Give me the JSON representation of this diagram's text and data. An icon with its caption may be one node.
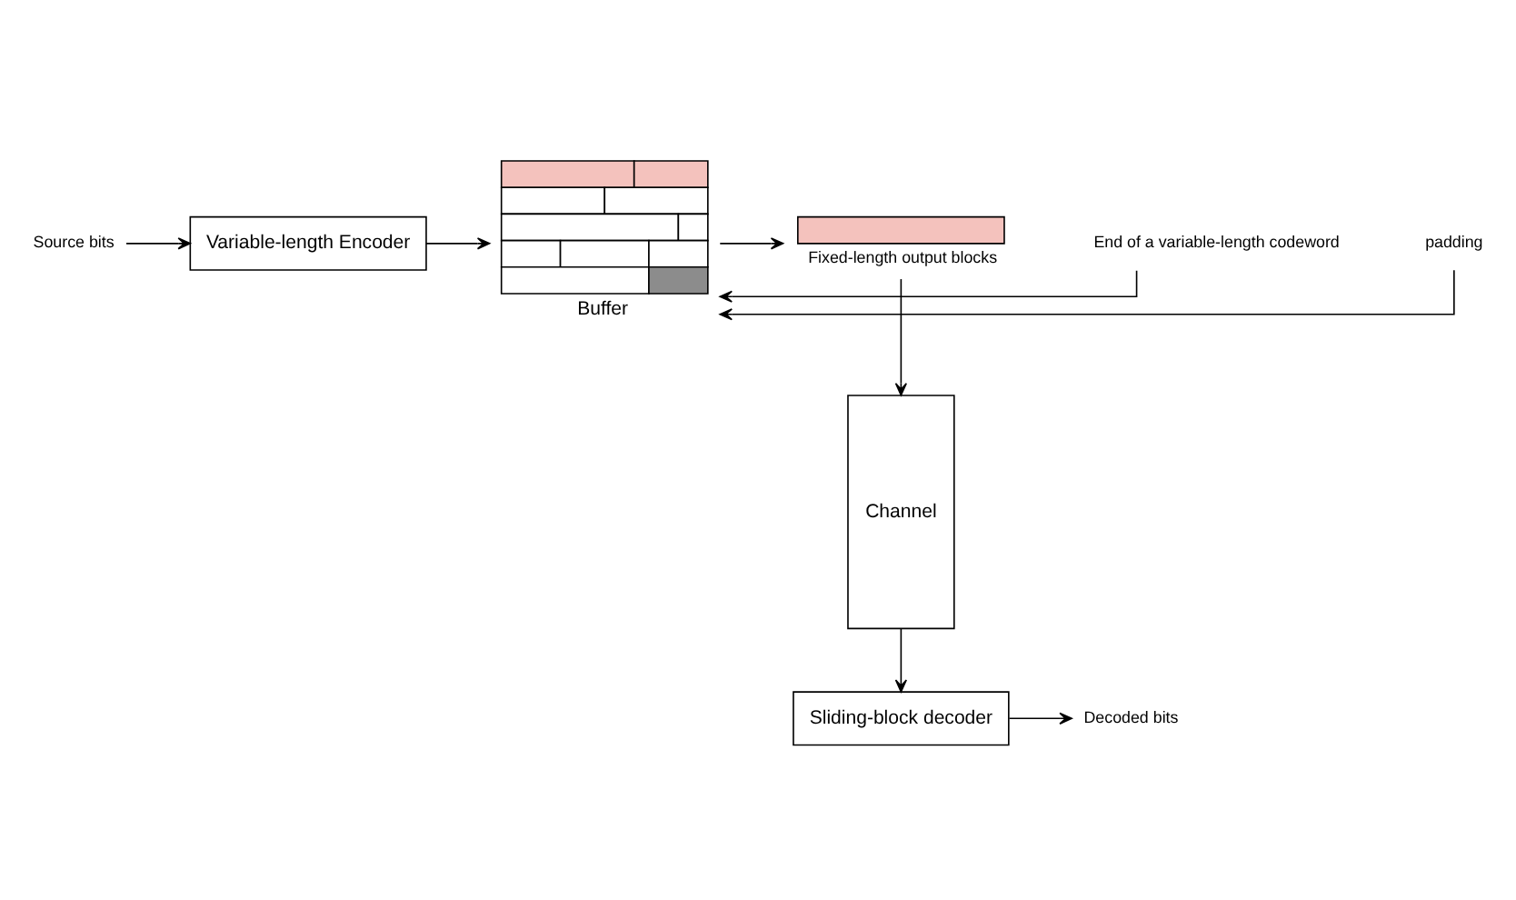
{
  "diagram": {
    "nodes": [
      {
        "text": [
          "Source bits"
        ]
      },
      {
        "text": [
          "Variable-length Encoder"
        ]
      },
      {
        "text": [
          "Buffer"
        ]
      },
      {
        "text": [
          "End of a variable-length codeword"
        ]
      },
      {
        "text": [
          "padding"
        ]
      },
      {
        "text": [
          "Fixed-length output blocks"
        ]
      },
      {
        "text": [
          "Channel"
        ]
      },
      {
        "text": [
          "Sliding-block decoder"
        ]
      },
      {
        "text": [
          "Decoded bits"
        ]
      }
    ],
    "edges": [
      {
        "from": 0,
        "to": 1,
        "arrow": "to"
      },
      {
        "from": 1,
        "to": 2,
        "arrow": "to"
      },
      {
        "from": 2,
        "to": 5,
        "arrow": "to"
      },
      {
        "from": 5,
        "to": 6,
        "arrow": "to"
      },
      {
        "from": 6,
        "to": 7,
        "arrow": "to"
      },
      {
        "from": 7,
        "to": 8,
        "arrow": "to"
      },
      {
        "from": 3,
        "to": 2,
        "arrow": "to"
      },
      {
        "from": 4,
        "to": 2,
        "arrow": "to"
      }
    ]
  }
}
